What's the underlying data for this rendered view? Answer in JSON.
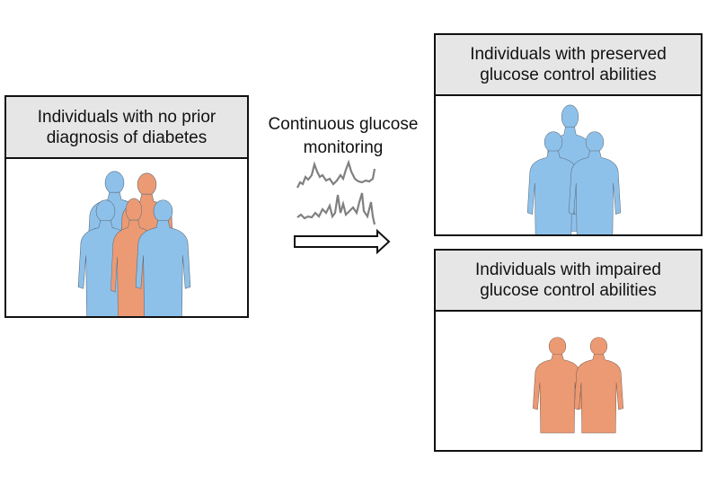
{
  "input_group": {
    "title_line1": "Individuals with no prior",
    "title_line2": "diagnosis of diabetes"
  },
  "process": {
    "label_line1": "Continuous glucose",
    "label_line2": "monitoring"
  },
  "output_preserved": {
    "title_line1": "Individuals with preserved",
    "title_line2": "glucose control abilities"
  },
  "output_impaired": {
    "title_line1": "Individuals with impaired",
    "title_line2": "glucose control abilities"
  },
  "colors": {
    "preserved": "#8ec1ea",
    "impaired": "#eb9a74",
    "trace": "#808080",
    "header_bg": "#e6e6e6"
  }
}
